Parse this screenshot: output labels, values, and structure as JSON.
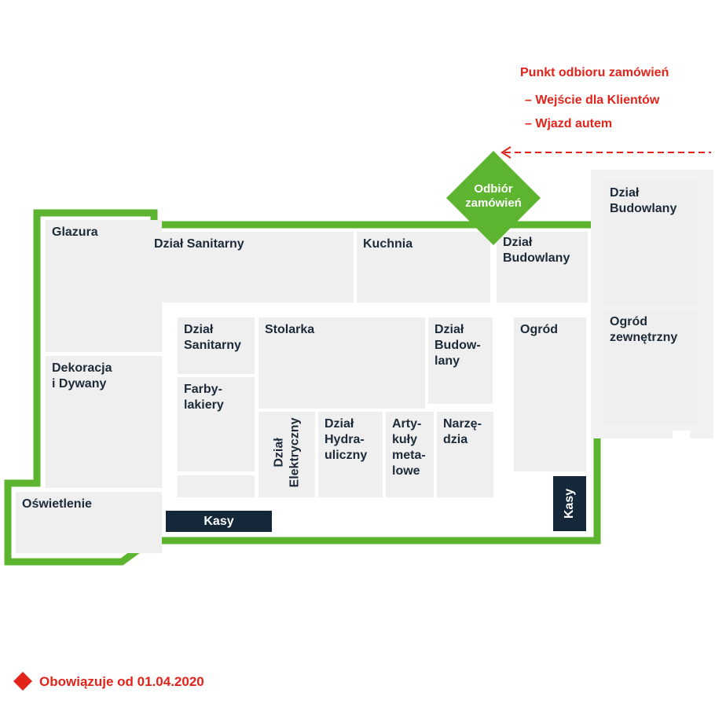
{
  "legend": {
    "title": "Punkt odbioru zamówień",
    "items": [
      "– Wejście dla Klientów",
      "– Wjazd autem"
    ]
  },
  "pickup_point": {
    "line1": "Odbiór",
    "line2": "zamówień"
  },
  "rooms": {
    "glazura": "Glazura",
    "dzial_sanitarny_top": "Dział Sanitarny",
    "kuchnia": "Kuchnia",
    "budowlany_main_1": "Dział",
    "budowlany_main_2": "Budowlany",
    "budowlany_ext_1": "Dział",
    "budowlany_ext_2": "Budowlany",
    "ogrod_zew_1": "Ogród",
    "ogrod_zew_2": "zewnętrzny",
    "dekoracja_1": "Dekoracja",
    "dekoracja_2": "i Dywany",
    "sanitarny_mid_1": "Dział",
    "sanitarny_mid_2": "Sanitarny",
    "stolarka": "Stolarka",
    "budow_mid_1": "Dział",
    "budow_mid_2": "Budow-",
    "budow_mid_3": "lany",
    "ogrod": "Ogród",
    "farby_1": "Farby-",
    "farby_2": "lakiery",
    "elektryczny_1": "Dział",
    "elektryczny_2": "Elektryczny",
    "hydraul_1": "Dział",
    "hydraul_2": "Hydra-",
    "hydraul_3": "uliczny",
    "artykuly_1": "Arty-",
    "artykuly_2": "kuły",
    "artykuly_3": "meta-",
    "artykuly_4": "lowe",
    "narzedzia_1": "Narzę-",
    "narzedzia_2": "dzia",
    "oswietlenie": "Oświetlenie"
  },
  "checkouts": {
    "kasy_horizontal": "Kasy",
    "kasy_vertical": "Kasy"
  },
  "footer": {
    "text": "Obowiązuje od 01.04.2020"
  },
  "colors": {
    "outline_green": "#5db52f",
    "accent_red": "#e2231a",
    "dark_navy": "#14283a",
    "room_gray": "#efefef"
  }
}
